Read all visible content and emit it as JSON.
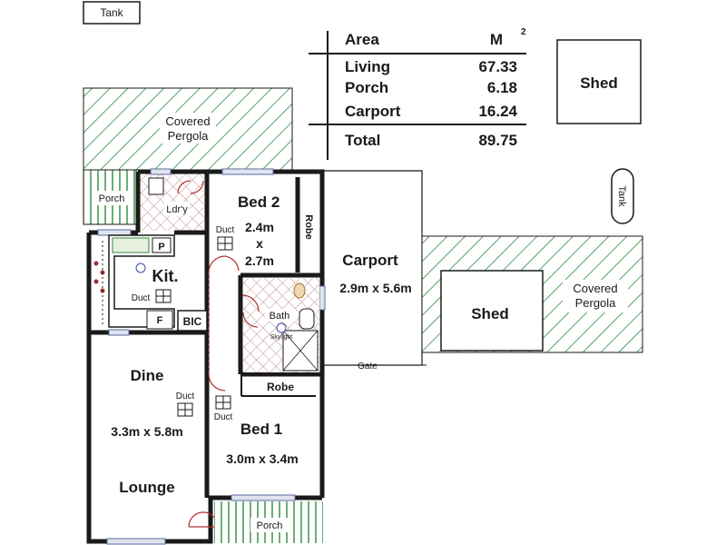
{
  "labels": {
    "tank_top": "Tank",
    "tank_right": "Tank",
    "covered_pergola_left_l1": "Covered",
    "covered_pergola_left_l2": "Pergola",
    "covered_pergola_right_l1": "Covered",
    "covered_pergola_right_l2": "Pergola",
    "porch_top": "Porch",
    "porch_bottom": "Porch",
    "laundry": "Ldr'y",
    "bed2": "Bed 2",
    "bed2_dim_l1": "2.4m",
    "bed2_dim_l2": "x",
    "bed2_dim_l3": "2.7m",
    "robe_top": "Robe",
    "robe_bottom": "Robe",
    "duct": "Duct",
    "kitchen": "Kit.",
    "pantry": "P",
    "fridge": "F",
    "bic": "BIC",
    "skylight": "Skylight",
    "bath": "Bath",
    "carport": "Carport",
    "carport_dim": "2.9m x 5.6m",
    "shed_top": "Shed",
    "shed_mid": "Shed",
    "gate": "Gate",
    "dine": "Dine",
    "dine_dim": "3.3m x 5.8m",
    "lounge": "Lounge",
    "bed1": "Bed 1",
    "bed1_dim": "3.0m x 3.4m"
  },
  "area_table": {
    "header_area": "Area",
    "header_unit": "M",
    "header_unit_sup": "2",
    "rows": [
      {
        "name": "Living",
        "value": "67.33"
      },
      {
        "name": "Porch",
        "value": "6.18"
      },
      {
        "name": "Carport",
        "value": "16.24"
      }
    ],
    "total_name": "Total",
    "total_value": "89.75"
  },
  "colors": {
    "wall": "#1a1a1a",
    "hatch": "#2e8b3c",
    "tile": "#a05a5a",
    "door": "#b03030",
    "window": "#5a6a9a"
  }
}
